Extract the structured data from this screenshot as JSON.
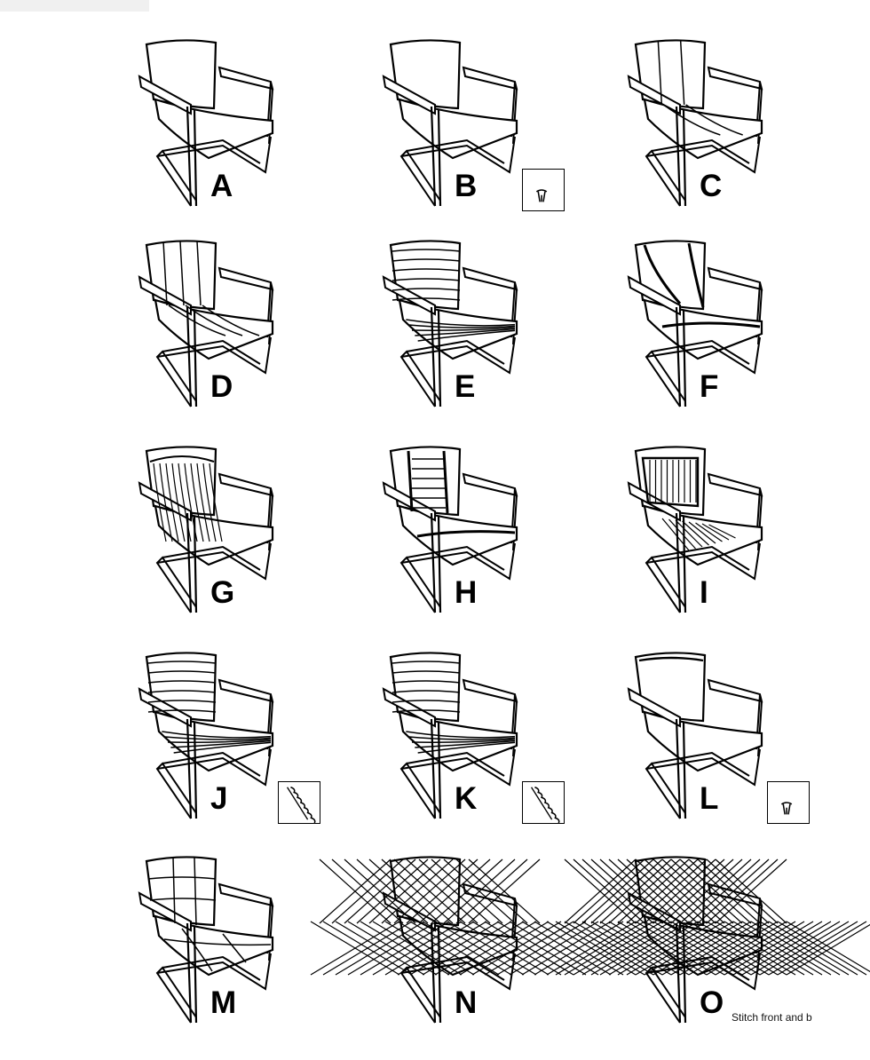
{
  "chairs": [
    {
      "letter": "A",
      "pattern": "plain",
      "detail": null
    },
    {
      "letter": "B",
      "pattern": "plain",
      "detail": "piping-inset"
    },
    {
      "letter": "C",
      "pattern": "vertical-2",
      "detail": null
    },
    {
      "letter": "D",
      "pattern": "vertical-3",
      "detail": null
    },
    {
      "letter": "E",
      "pattern": "horizontal",
      "detail": null
    },
    {
      "letter": "F",
      "pattern": "curved-panel",
      "detail": null
    },
    {
      "letter": "G",
      "pattern": "vertical-fine",
      "detail": null
    },
    {
      "letter": "H",
      "pattern": "center-horizontal",
      "detail": null
    },
    {
      "letter": "I",
      "pattern": "framed-vertical",
      "detail": null
    },
    {
      "letter": "J",
      "pattern": "horizontal-padded",
      "detail": "scalloped-edge"
    },
    {
      "letter": "K",
      "pattern": "horizontal-padded",
      "detail": "scalloped-edge"
    },
    {
      "letter": "L",
      "pattern": "box",
      "detail": "piping-inset"
    },
    {
      "letter": "M",
      "pattern": "grid",
      "detail": null
    },
    {
      "letter": "N",
      "pattern": "diamond",
      "detail": null
    },
    {
      "letter": "O",
      "pattern": "diamond-fine",
      "detail": null
    }
  ],
  "note": "Stitch front and b"
}
